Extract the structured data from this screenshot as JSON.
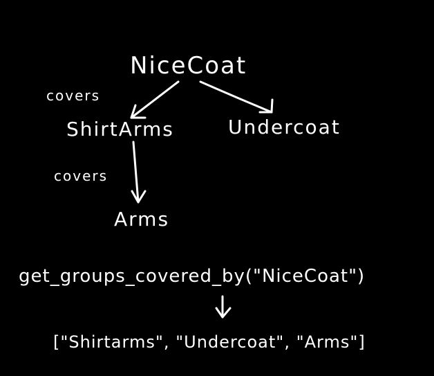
{
  "nodes": {
    "root": "NiceCoat",
    "left": "ShirtArms",
    "right": "Undercoat",
    "leaf": "Arms"
  },
  "edges": {
    "covers_top": "covers",
    "covers_bottom": "covers"
  },
  "code": {
    "call": "get_groups_covered_by(\"NiceCoat\")",
    "result": "[\"Shirtarms\", \"Undercoat\", \"Arms\"]"
  },
  "colors": {
    "background": "#000000",
    "ink": "#ffffff"
  }
}
